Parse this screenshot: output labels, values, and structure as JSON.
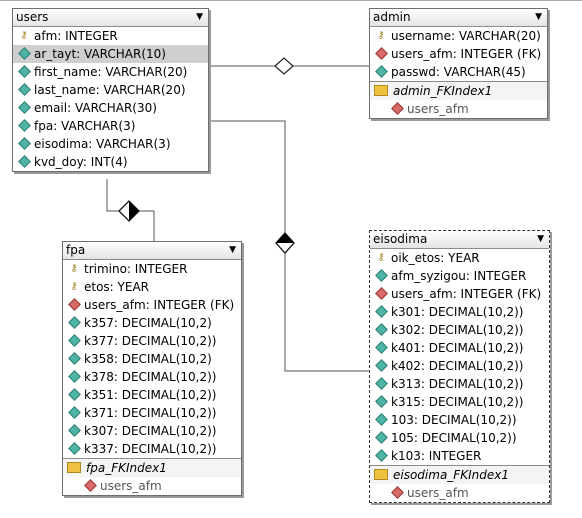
{
  "tables": {
    "users": {
      "name": "users",
      "rows": [
        {
          "kind": "pk",
          "text": "afm: INTEGER"
        },
        {
          "kind": "col",
          "text": "ar_tayt: VARCHAR(10)"
        },
        {
          "kind": "col",
          "text": "first_name: VARCHAR(20)"
        },
        {
          "kind": "col",
          "text": "last_name: VARCHAR(20)"
        },
        {
          "kind": "col",
          "text": "email: VARCHAR(30)"
        },
        {
          "kind": "col",
          "text": "fpa: VARCHAR(3)"
        },
        {
          "kind": "col",
          "text": "eisodima: VARCHAR(3)"
        },
        {
          "kind": "col",
          "text": "kvd_doy: INT(4)"
        }
      ]
    },
    "admin": {
      "name": "admin",
      "rows": [
        {
          "kind": "pk",
          "text": "username: VARCHAR(20)"
        },
        {
          "kind": "fk",
          "text": "users_afm: INTEGER (FK)"
        },
        {
          "kind": "col",
          "text": "passwd: VARCHAR(45)"
        }
      ],
      "index": {
        "name": "admin_FKIndex1",
        "cols": [
          "users_afm"
        ]
      }
    },
    "fpa": {
      "name": "fpa",
      "rows": [
        {
          "kind": "pk",
          "text": "trimino: INTEGER"
        },
        {
          "kind": "pk",
          "text": "etos: YEAR"
        },
        {
          "kind": "fk",
          "text": "users_afm: INTEGER (FK)"
        },
        {
          "kind": "col",
          "text": "k357: DECIMAL(10,2)"
        },
        {
          "kind": "col",
          "text": "k377: DECIMAL(10,2))"
        },
        {
          "kind": "col",
          "text": "k358: DECIMAL(10,2)"
        },
        {
          "kind": "col",
          "text": "k378: DECIMAL(10,2))"
        },
        {
          "kind": "col",
          "text": "k351: DECIMAL(10,2))"
        },
        {
          "kind": "col",
          "text": "k371: DECIMAL(10,2))"
        },
        {
          "kind": "col",
          "text": "k307: DECIMAL(10,2))"
        },
        {
          "kind": "col",
          "text": "k337: DECIMAL(10,2))"
        }
      ],
      "index": {
        "name": "fpa_FKIndex1",
        "cols": [
          "users_afm"
        ]
      }
    },
    "eisodima": {
      "name": "eisodima",
      "rows": [
        {
          "kind": "pk",
          "text": "oik_etos: YEAR"
        },
        {
          "kind": "col",
          "text": "afm_syzigou: INTEGER"
        },
        {
          "kind": "fk",
          "text": "users_afm: INTEGER (FK)"
        },
        {
          "kind": "col",
          "text": "k301: DECIMAL(10,2))"
        },
        {
          "kind": "col",
          "text": "k302: DECIMAL(10,2))"
        },
        {
          "kind": "col",
          "text": "k401: DECIMAL(10,2))"
        },
        {
          "kind": "col",
          "text": "k402: DECIMAL(10,2))"
        },
        {
          "kind": "col",
          "text": "k313: DECIMAL(10,2))"
        },
        {
          "kind": "col",
          "text": "k315: DECIMAL(10,2))"
        },
        {
          "kind": "col",
          "text": "103: DECIMAL(10,2))"
        },
        {
          "kind": "col",
          "text": "105: DECIMAL(10,2))"
        },
        {
          "kind": "col",
          "text": "k103: INTEGER"
        }
      ],
      "index": {
        "name": "eisodima_FKIndex1",
        "cols": [
          "users_afm"
        ]
      }
    }
  },
  "highlighted_row": {
    "table": "users",
    "row": 1
  },
  "selected_table": "eisodima",
  "relations": [
    {
      "from": "users",
      "to": "admin",
      "marker": "hollow-diamond"
    },
    {
      "from": "users",
      "to": "fpa",
      "marker": "half-filled-diamond"
    },
    {
      "from": "users",
      "to": "eisodima",
      "marker": "half-filled-diamond"
    }
  ],
  "colors": {
    "column": "#4fb3a6",
    "foreign_key": "#d86a6a",
    "primary_key": "#a08020",
    "index_folder": "#f0c040"
  }
}
